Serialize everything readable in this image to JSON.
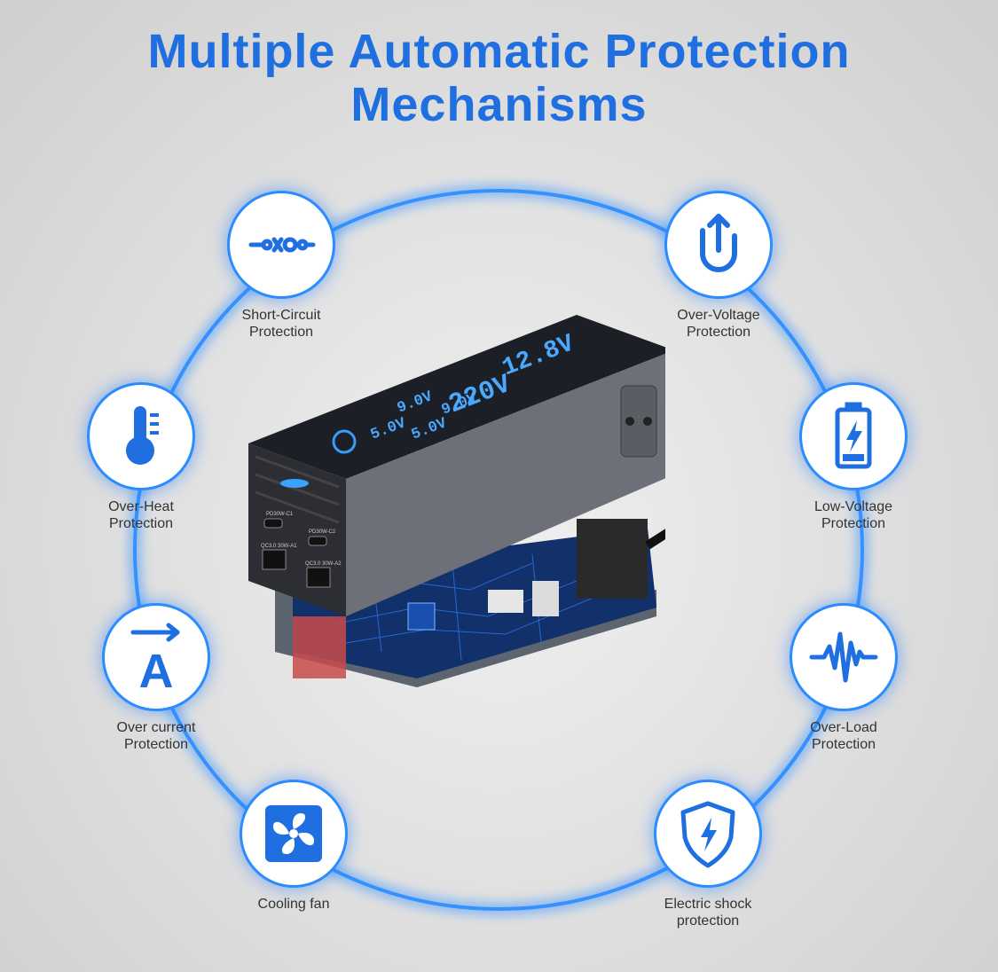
{
  "title": {
    "line1": "Multiple Automatic Protection",
    "line2": "Mechanisms"
  },
  "colors": {
    "accent": "#1f6fe0",
    "ring": "#2a8cff",
    "label": "#333333"
  },
  "features": {
    "short_circuit": {
      "icon": "short-circuit-icon",
      "line1": "Short-Circuit",
      "line2": "Protection"
    },
    "over_voltage": {
      "icon": "over-voltage-icon",
      "line1": "Over-Voltage",
      "line2": "Protection"
    },
    "over_heat": {
      "icon": "thermometer-icon",
      "line1": "Over-Heat",
      "line2": "Protection"
    },
    "low_voltage": {
      "icon": "battery-icon",
      "line1": "Low-Voltage",
      "line2": "Protection"
    },
    "over_current": {
      "icon": "ampere-icon",
      "line1": "Over current",
      "line2": "Protection",
      "glyph": "A"
    },
    "over_load": {
      "icon": "waveform-icon",
      "line1": "Over-Load",
      "line2": "Protection"
    },
    "cooling_fan": {
      "icon": "fan-icon",
      "line1": "Cooling fan"
    },
    "electric_shock": {
      "icon": "shield-bolt-icon",
      "line1": "Electric shock",
      "line2": "protection"
    }
  },
  "device_display": {
    "input_voltage": "12.8V",
    "output_voltage": "220V",
    "port_c1": "9.0V",
    "port_c2": "9.0V",
    "port_a1": "5.0V",
    "port_a2": "5.0V",
    "label_pd_c1": "PD30W-C1",
    "label_pd_c2": "PD30W-C2",
    "label_qc_a1": "QC3.0 30W-A1",
    "label_qc_a2": "QC3.0 30W-A2"
  }
}
